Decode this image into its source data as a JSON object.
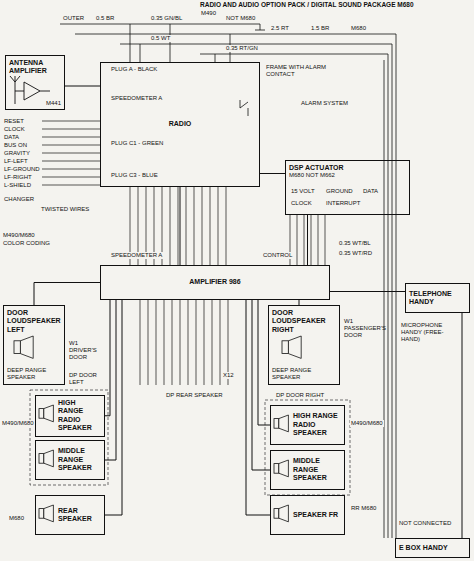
{
  "diagram": {
    "title": "RADIO AND AUDIO OPTION PACK / DIGITAL SOUND PACKAGE M680",
    "nodes": [
      {
        "text": [
          "RADIO"
        ]
      },
      {
        "text": [
          "DSP ACTUATOR",
          "M680 NOT M662"
        ]
      },
      {
        "text": [
          "AMPLIFIER 986"
        ]
      },
      {
        "text": [
          "ANTENNA AMPLIFIER"
        ]
      },
      {
        "text": [
          "DOOR LOUDSPEAKER LEFT",
          "DEEP RANGE SPEAKER"
        ]
      },
      {
        "text": [
          "DOOR LOUDSPEAKER RIGHT",
          "DEEP RANGE SPEAKER"
        ]
      },
      {
        "text": [
          "HIGH RANGE RADIO SPEAKER"
        ]
      },
      {
        "text": [
          "MIDDLE RANGE SPEAKER"
        ]
      },
      {
        "text": [
          "REAR SPEAKER"
        ]
      },
      {
        "text": [
          "HIGH RANGE RADIO SPEAKER"
        ]
      },
      {
        "text": [
          "MIDDLE RANGE SPEAKER"
        ]
      },
      {
        "text": [
          "SPEAKER FR"
        ]
      },
      {
        "text": [
          "TELEPHONE HANDY"
        ]
      },
      {
        "text": [
          "E BOX HANDY"
        ]
      }
    ],
    "edges": [
      {
        "from": 3,
        "to": 0,
        "arrow": "none"
      },
      {
        "from": 0,
        "to": 1,
        "arrow": "none"
      },
      {
        "from": 0,
        "to": 2,
        "arrow": "none"
      },
      {
        "from": 1,
        "to": 2,
        "arrow": "none"
      },
      {
        "from": 2,
        "to": 4,
        "arrow": "none"
      },
      {
        "from": 2,
        "to": 5,
        "arrow": "none"
      },
      {
        "from": 2,
        "to": 6,
        "arrow": "none"
      },
      {
        "from": 2,
        "to": 7,
        "arrow": "none"
      },
      {
        "from": 2,
        "to": 8,
        "arrow": "none"
      },
      {
        "from": 2,
        "to": 9,
        "arrow": "none"
      },
      {
        "from": 2,
        "to": 10,
        "arrow": "none"
      },
      {
        "from": 2,
        "to": 11,
        "arrow": "none"
      },
      {
        "from": 2,
        "to": 12,
        "arrow": "none"
      },
      {
        "from": 12,
        "to": 13,
        "arrow": "none"
      }
    ],
    "labels": [
      "M490",
      "OUTER",
      "0.5 BR",
      "0.35 GN/BL",
      "NOT M680",
      "2.5 RT",
      "1.5 BR",
      "M680",
      "0.5 WT",
      "0.35 RT/GN",
      "M441",
      "RESET",
      "CLOCK",
      "DATA",
      "BUS ON",
      "GRAVITY",
      "LF-LEFT",
      "LF-GROUND",
      "LF-RIGHT",
      "L-SHIELD",
      "CHANGER",
      "TWISTED WIRES",
      "M490/M680",
      "COLOR CODING",
      "PLUG A - BLACK",
      "SPEEDOMETER A",
      "PLUG C1 - GREEN",
      "PLUG C3 - BLUE",
      "FRAME WITH ALARM CONTACT",
      "ALARM SYSTEM",
      "15 VOLT",
      "GROUND",
      "DATA",
      "CLOCK",
      "INTERRUPT",
      "SPEEDOMETER A",
      "CONTROL",
      "0.35 WT/BL",
      "0.35 WT/RD",
      "W1 DRIVER'S DOOR",
      "DP DOOR LEFT",
      "W1 PASSENGER'S DOOR",
      "X12",
      "DP REAR SPEAKER",
      "DP DOOR RIGHT",
      "M490/M680",
      "M680",
      "M490/M680",
      "RR M680",
      "MICROPHONE HANDY (FREE-HAND)",
      "NOT CONNECTED"
    ]
  }
}
